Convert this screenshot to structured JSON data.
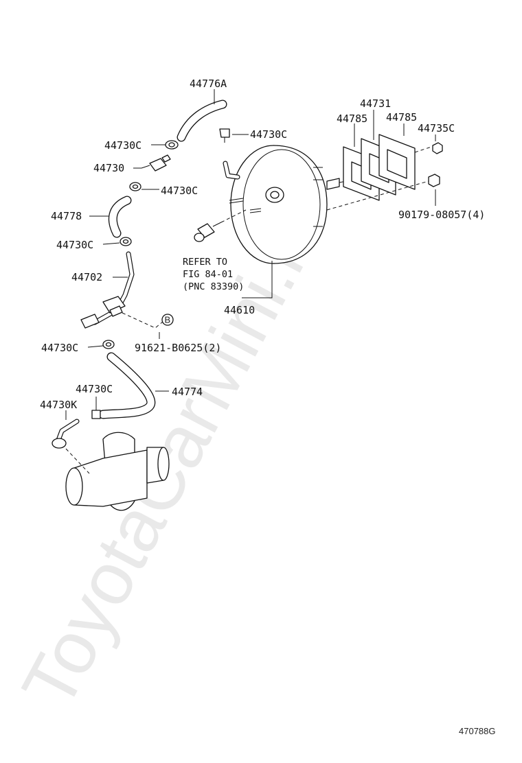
{
  "watermark": "ToyotaCarMini.ru",
  "diagram_id": "470788G",
  "labels": {
    "p44776A": "44776A",
    "p44730C_a": "44730C",
    "p44730C_b": "44730C",
    "p44730": "44730",
    "p44730C_c": "44730C",
    "p44778": "44778",
    "p44730C_d": "44730C",
    "p44702": "44702",
    "p44730C_e": "44730C",
    "p91621": "91621-B0625(2)",
    "callout_b": "B",
    "p44730C_f": "44730C",
    "p44774": "44774",
    "p44730K": "44730K",
    "p44731": "44731",
    "p44785_a": "44785",
    "p44785_b": "44785",
    "p44735C": "44735C",
    "p90179": "90179-08057(4)",
    "p44610": "44610"
  },
  "refer_note": {
    "line1": "REFER TO",
    "line2": "FIG 84-01",
    "line3": "(PNC 83390)"
  }
}
